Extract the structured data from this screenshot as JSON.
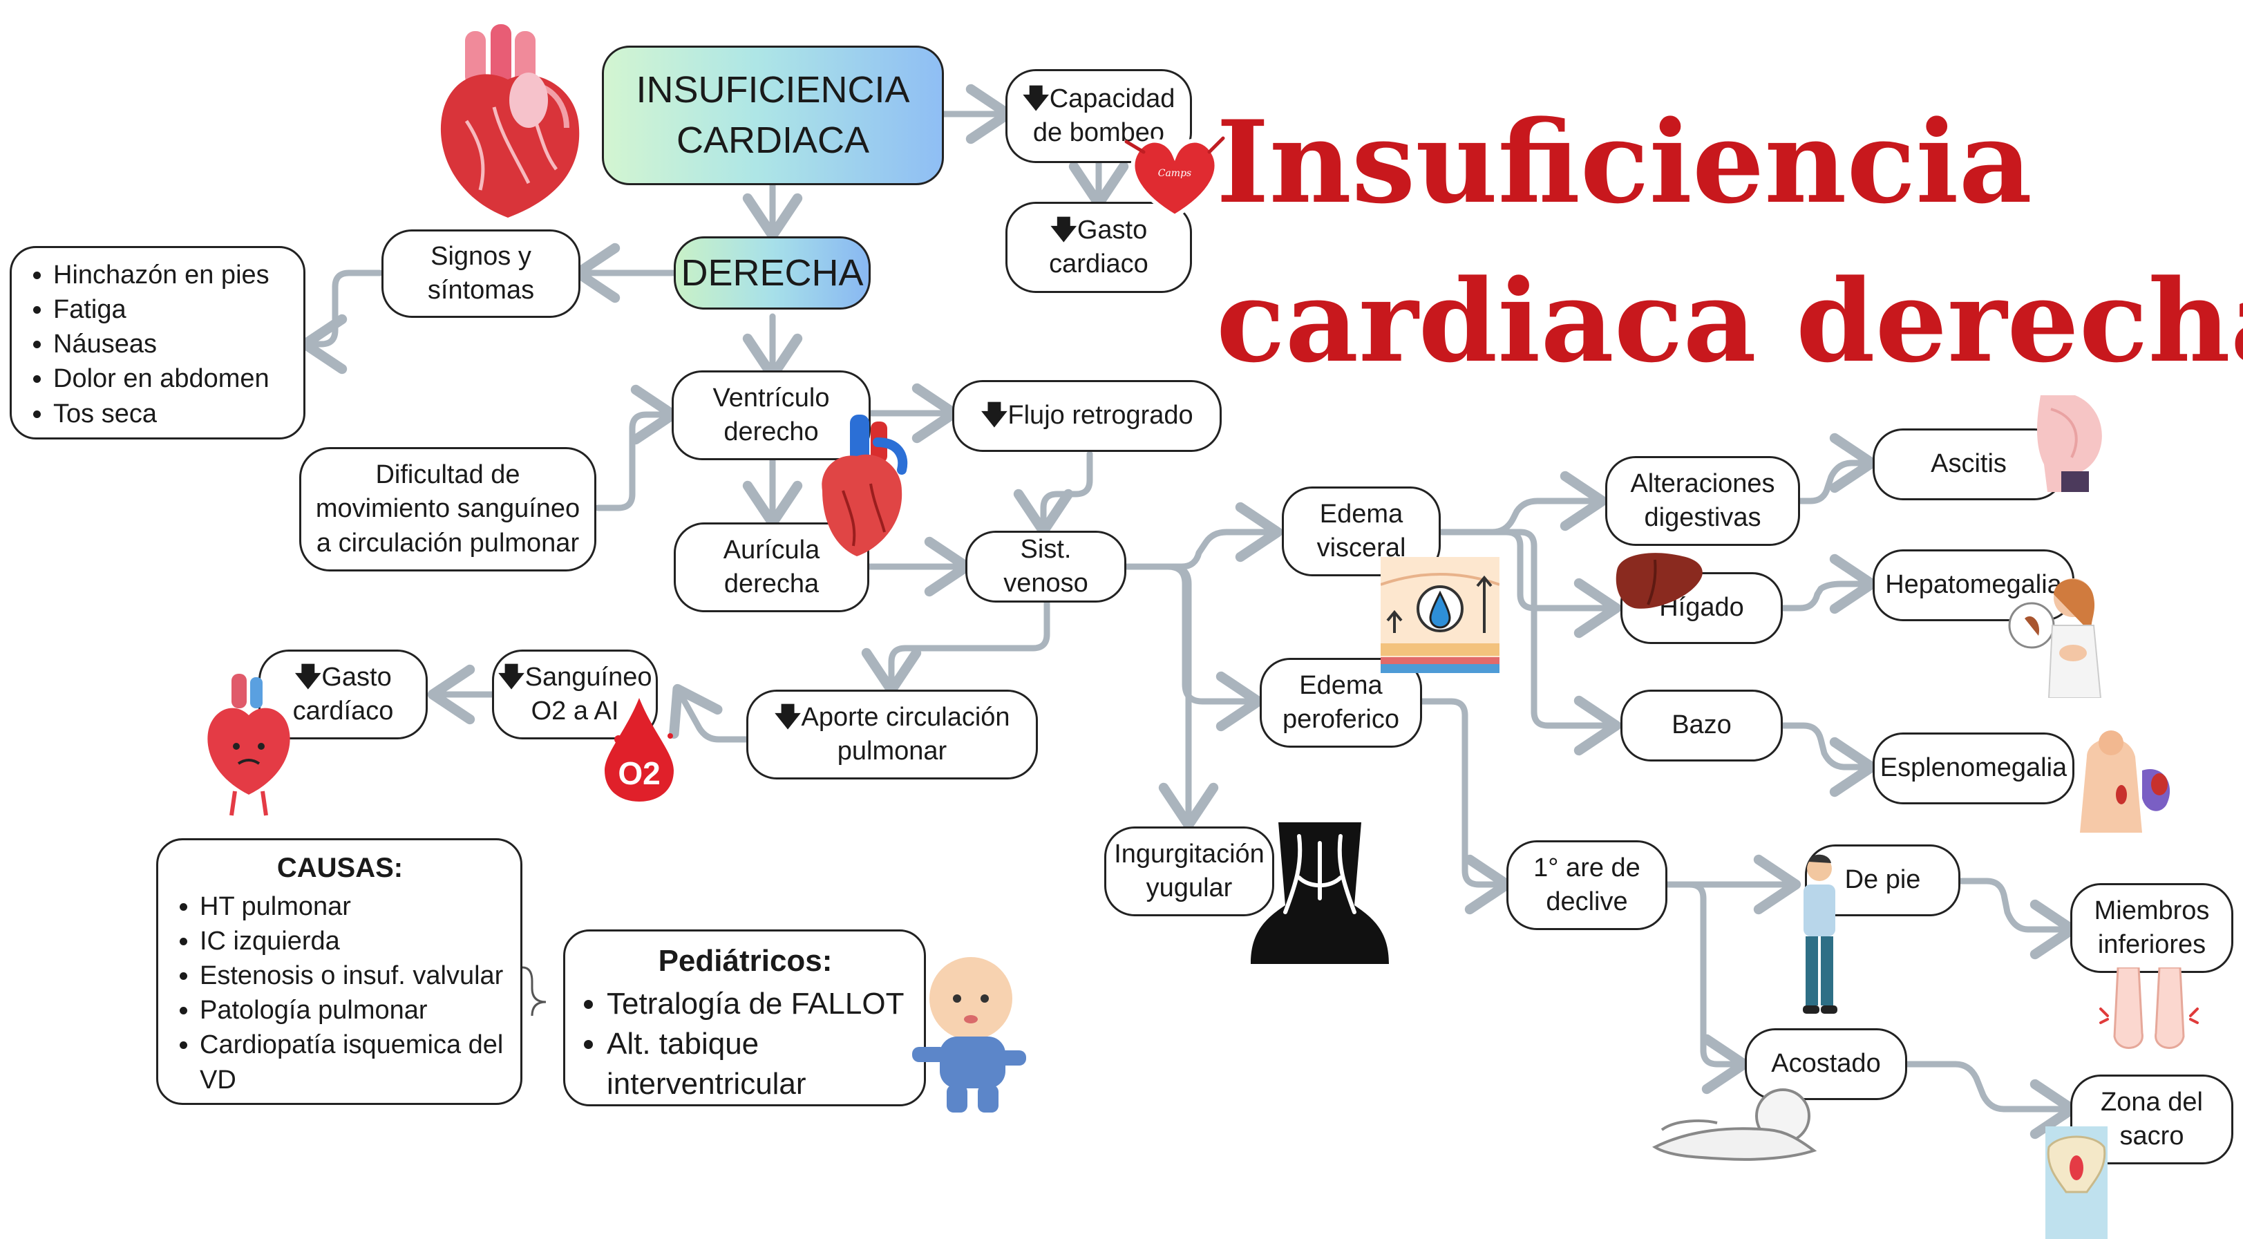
{
  "title": {
    "line1": "Insuficiencia",
    "line2": "cardiaca derecha"
  },
  "nodes": {
    "main": "INSUFICIENCIA\nCARDIACA",
    "capacidad": "Capacidad\nde bombeo",
    "gasto_top": "Gasto\ncardiaco",
    "derecha": "DERECHA",
    "signos": "Signos y\nsíntomas",
    "ventriculo": "Ventrículo\nderecho",
    "dificultad": "Dificultad de\nmovimiento sanguíneo\na circulación pulmonar",
    "flujo": "Flujo retrogrado",
    "auricula": "Aurícula\nderecha",
    "sist_venoso": "Sist. venoso",
    "aporte": "Aporte circulación\npulmonar",
    "sanguineo": "Sanguíneo\nO2 a AI",
    "gasto_left": "Gasto\ncardíaco",
    "edema_visceral": "Edema\nvisceral",
    "edema_periferico": "Edema\nperoferico",
    "ingurgitacion": "Ingurgitación\nyugular",
    "alteraciones": "Alteraciones\ndigestivas",
    "ascitis": "Ascitis",
    "higado": "Hígado",
    "hepatomegalia": "Hepatomegalia",
    "bazo": "Bazo",
    "esplenomegalia": "Esplenomegalia",
    "declive": "1° are de\ndeclive",
    "de_pie": "De pie",
    "miembros": "Miembros\ninferiores",
    "acostado": "Acostado",
    "sacro": "Zona del\nsacro"
  },
  "down_arrow": "🡇",
  "symptoms": [
    "Hinchazón en pies",
    "Fatiga",
    "Náuseas",
    "Dolor en abdomen",
    "Tos seca"
  ],
  "causas": {
    "title": "CAUSAS:",
    "items": [
      "HT pulmonar",
      "IC izquierda",
      "Estenosis o insuf. valvular",
      "Patología pulmonar",
      "Cardiopatía isquemica del VD"
    ]
  },
  "pediatricos": {
    "title": "Pediátricos:",
    "items": [
      "Tetralogía de FALLOT",
      "Alt. tabique interventricular"
    ]
  },
  "icon_texts": {
    "o2": "O2",
    "sticker_signature": "Camps"
  },
  "colors": {
    "title_red": "#c8181d",
    "connector_gray": "#aab4bd",
    "heart_red": "#d92e2e"
  }
}
